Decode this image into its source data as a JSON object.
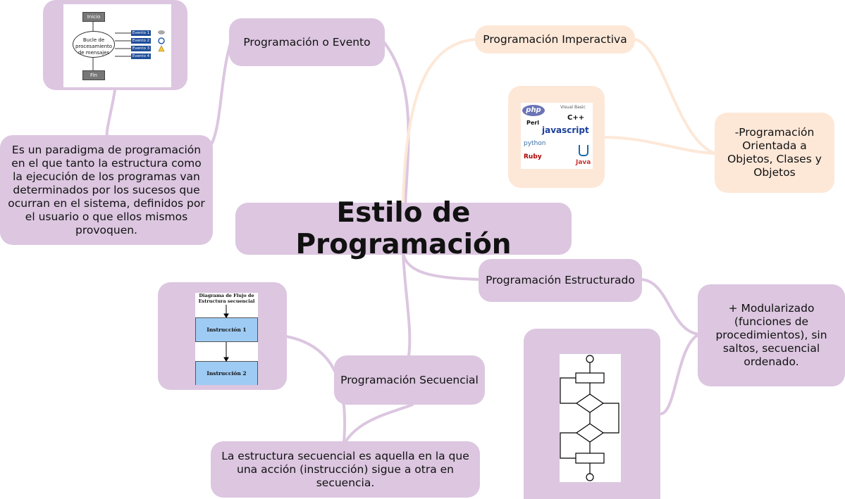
{
  "central": {
    "title": "Estilo de Programación"
  },
  "branches": {
    "evento": {
      "title": "Programación o Evento",
      "description": "Es un paradigma de programación en el que tanto la estructura como la ejecución de los programas van determinados por los sucesos que ocurran en el sistema, definidos por el usuario o que ellos mismos provoquen.",
      "diagram": {
        "start": "Inicio",
        "loop": "Bucle de procesamiento de mensajes",
        "end": "Fin",
        "events": [
          "Evento 1",
          "Evento 2",
          "Evento 3",
          "Evento 4"
        ]
      }
    },
    "imperativa": {
      "title": "Programación Imperactiva",
      "description": "-Programación Orientada a Objetos, Clases y Objetos",
      "logos": [
        "php",
        "Visual Basic",
        "C++",
        "Perl",
        "javascript",
        "python",
        "Ruby",
        "Java"
      ]
    },
    "estructurado": {
      "title": "Programación Estructurado",
      "description": "+ Modularizado (funciones de procedimientos), sin saltos, secuencial ordenado."
    },
    "secuencial": {
      "title": "Programación Secuencial",
      "description": "La estructura secuencial es aquella en la que una acción (instrucción) sigue a otra en secuencia.",
      "diagram": {
        "title": "Diagrama de Flujo de Estructura secuencial",
        "steps": [
          "Instrucción 1",
          "Instrucción 2"
        ]
      }
    }
  },
  "colors": {
    "purple": "#dcc6e0",
    "peach": "#fde8d8",
    "text": "#111111"
  }
}
